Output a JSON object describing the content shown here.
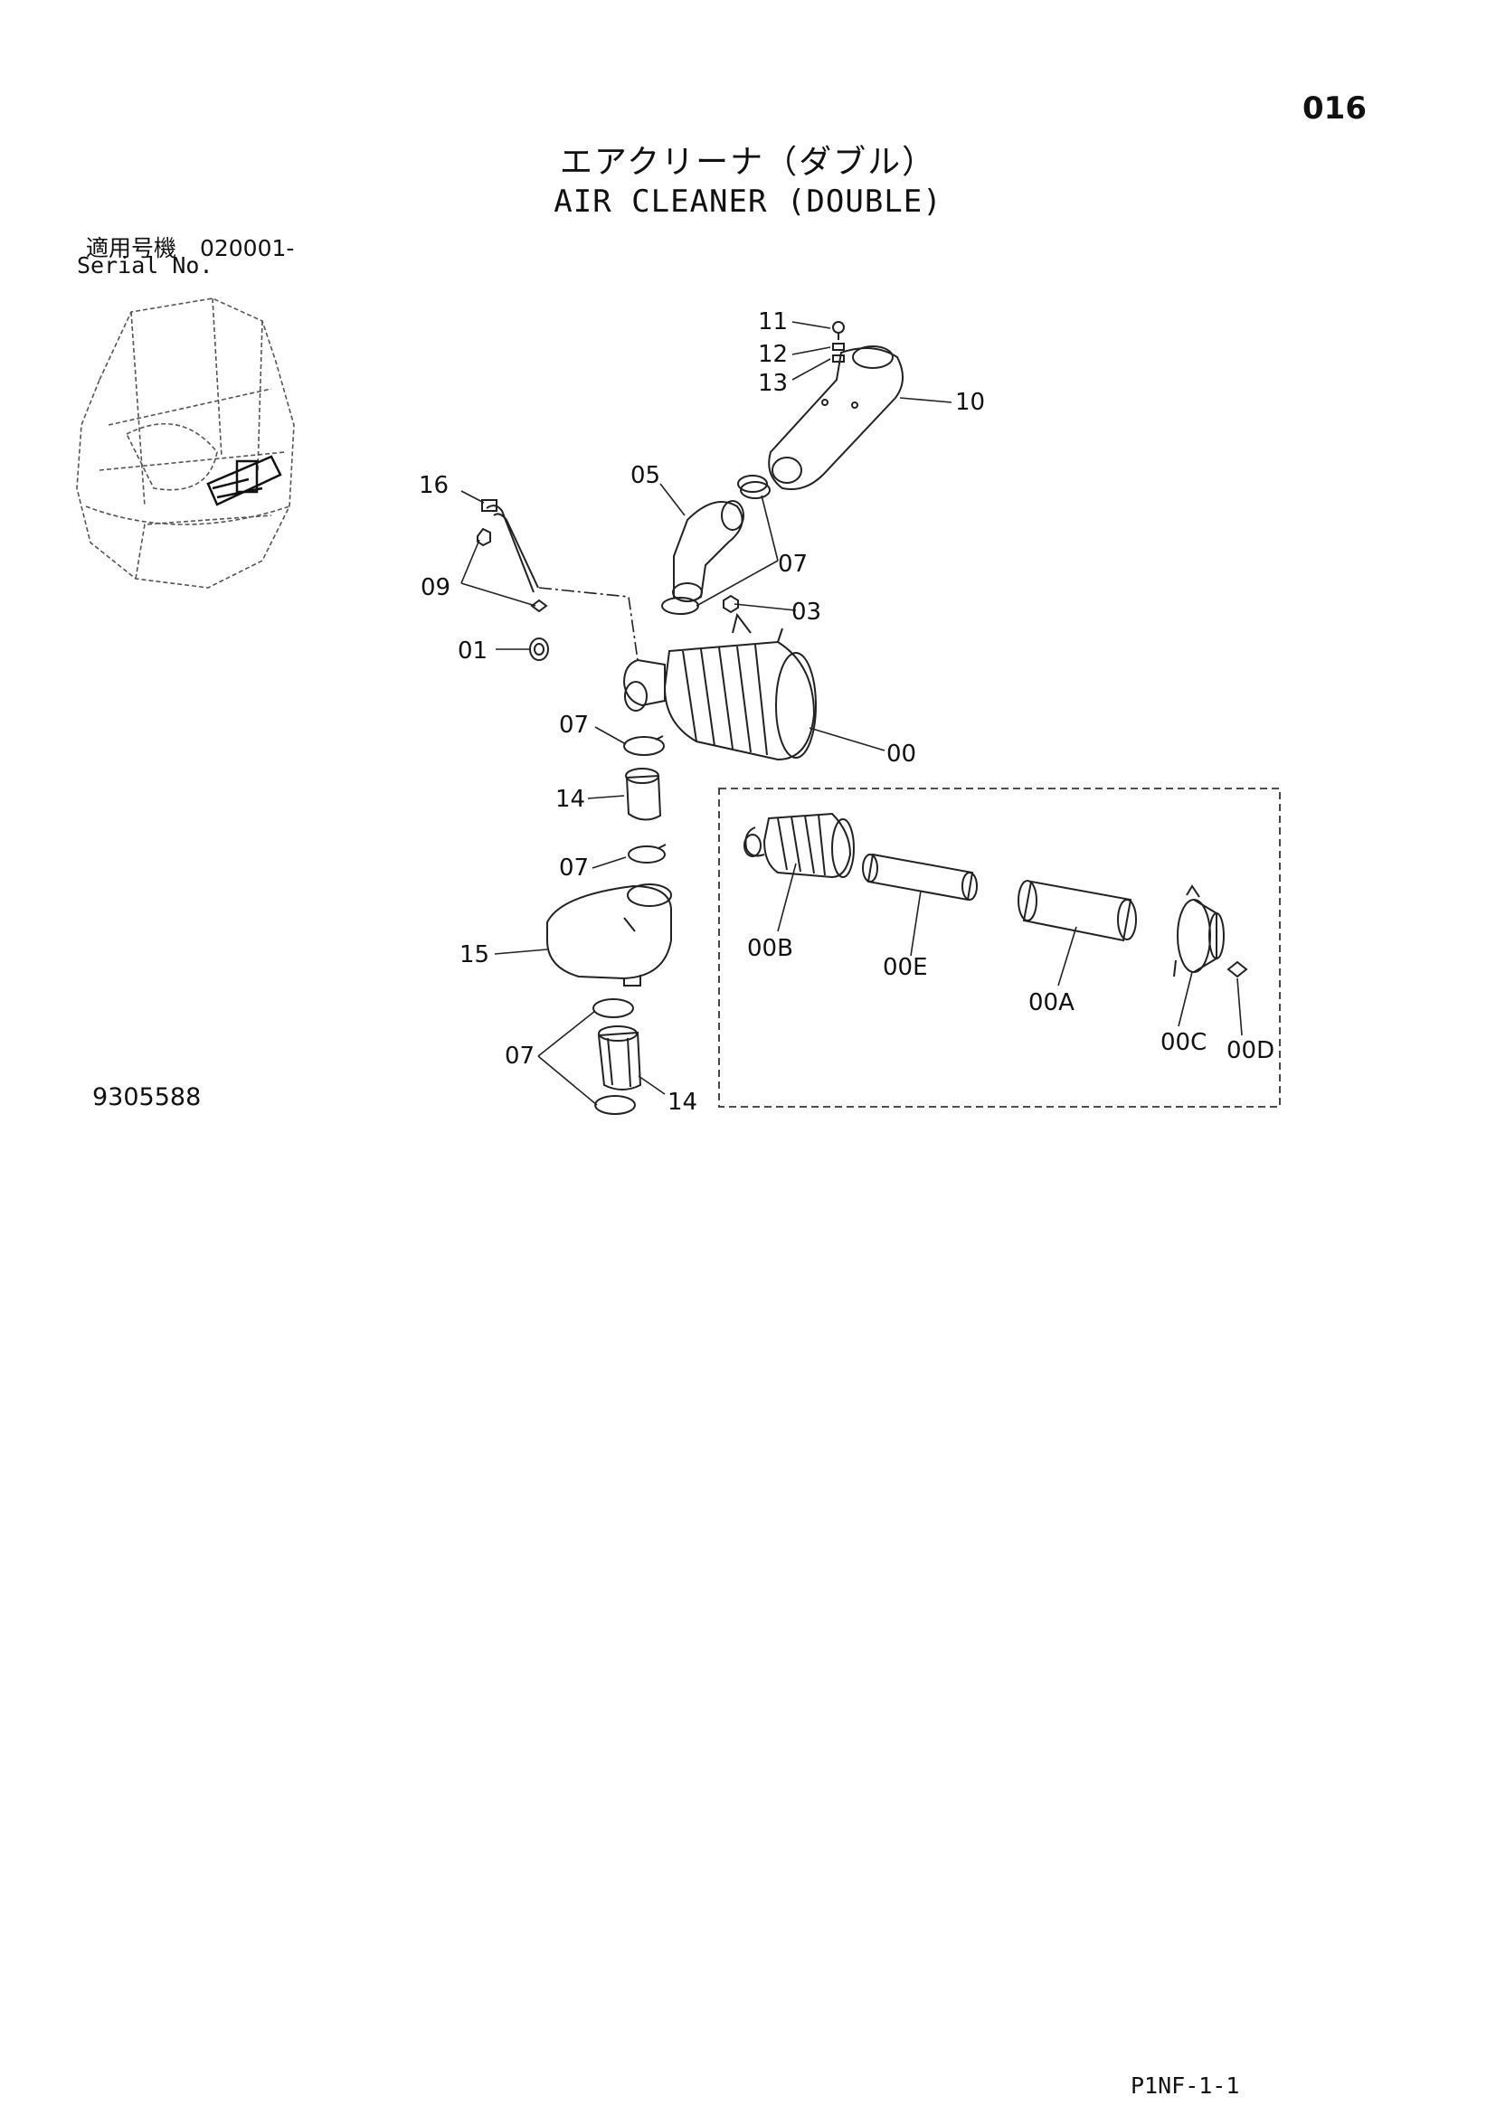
{
  "page_number": "016",
  "title_jp": "エアクリーナ（ダブル）",
  "title_en": "AIR CLEANER (DOUBLE)",
  "serial": {
    "label_jp": "適用号機",
    "value": "020001-",
    "label_en": "Serial No."
  },
  "drawing_number": "9305588",
  "sheet_code": "P1NF-1-1",
  "callouts": {
    "p11": "11",
    "p12": "12",
    "p13": "13",
    "p10": "10",
    "p16": "16",
    "p05": "05",
    "p07a": "07",
    "p09": "09",
    "p03": "03",
    "p01": "01",
    "p07b": "07",
    "p00": "00",
    "p14a": "14",
    "p07c": "07",
    "p15": "15",
    "p07d": "07",
    "p14b": "14",
    "p00B": "00B",
    "p00E": "00E",
    "p00A": "00A",
    "p00C": "00C",
    "p00D": "00D"
  }
}
